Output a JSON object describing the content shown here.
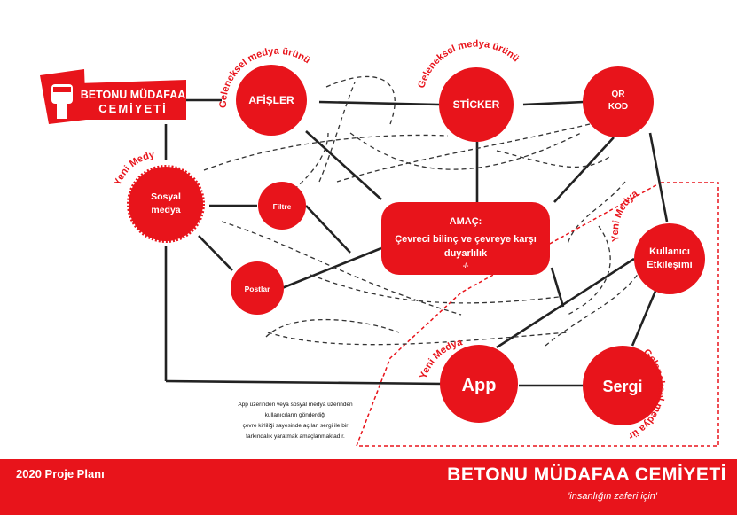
{
  "logo": {
    "line1": "BETONU MÜDAFAA",
    "line2": "CEMİYETİ"
  },
  "nodes": {
    "afisler": "AFİŞLER",
    "sticker": "STİCKER",
    "qr_line1": "QR",
    "qr_line2": "KOD",
    "sosyal_line1": "Sosyal",
    "sosyal_line2": "medya",
    "filtre": "Filtre",
    "postlar": "Postlar",
    "amac_title": "AMAÇ:",
    "amac_line1": "Çevreci bilinç ve çevreye karşı",
    "amac_line2": "duyarlılık",
    "amac_mark": "-/-",
    "kullanici_line1": "Kullanıcı",
    "kullanici_line2": "Etkileşimi",
    "app": "App",
    "sergi": "Sergi"
  },
  "labels": {
    "geleneksel_afis": "Geleneksel medya ürünü",
    "geleneksel_sticker": "Geleneksel medya ürünü",
    "yeni_sosyal": "Yeni Medya",
    "yeni_kullanici": "Yeni Medya",
    "yeni_app": "Yeni Medya",
    "geleneksel_sergi": "Geleneksel medya ürünü"
  },
  "note": {
    "line1": "App üzerinden veya sosyal medya üzerinden",
    "line2": "kullanıcıların gönderdiği",
    "line3": "çevre kirliliği sayesinde açılan sergi ile bir",
    "line4": "farkındalık yaratmak amaçlanmaktadır."
  },
  "footer": {
    "left": "2020 Proje Planı",
    "brand": "BETONU MÜDAFAA CEMİYETİ",
    "tagline": "'insanlığın zaferi için'"
  },
  "colors": {
    "accent": "#e8141b",
    "line": "#222222",
    "background": "#ffffff",
    "text_light": "#ffffff"
  },
  "icons": {
    "logo_emblem": "raised-fist-icon"
  }
}
